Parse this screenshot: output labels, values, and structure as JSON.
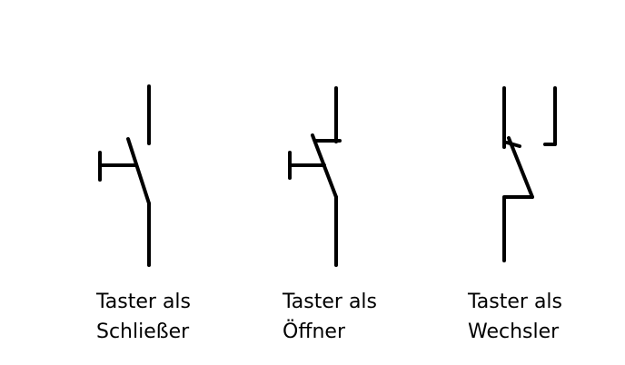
{
  "symbols": [
    {
      "id": "schliesser",
      "label_lines": [
        "Taster als",
        "Schließer"
      ]
    },
    {
      "id": "oeffner",
      "label_lines": [
        "Taster als",
        "Öffner"
      ]
    },
    {
      "id": "wechsler",
      "label_lines": [
        "Taster als",
        "Wechsler"
      ]
    }
  ],
  "colors": {
    "stroke": "#000000",
    "background": "#ffffff",
    "text": "#000000"
  }
}
